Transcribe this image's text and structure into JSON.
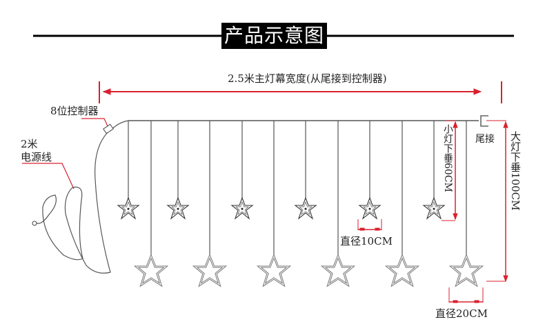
{
  "title": "产品示意图",
  "colors": {
    "title_bg": "#000000",
    "title_text": "#ffffff",
    "dimension_line": "#d9202e",
    "wire": "#555555",
    "text": "#222222",
    "background": "#ffffff"
  },
  "labels": {
    "width_dimension": "2.5米主灯幕宽度(从尾接到控制器)",
    "controller": "8位控制器",
    "power_cord_length": "2米",
    "power_cord": "电源线",
    "tail_connector": "尾接",
    "small_drop": "小灯下垂60CM",
    "large_drop": "大灯下垂100CM",
    "small_diameter": "直径10CM",
    "large_diameter": "直径20CM"
  },
  "stars": {
    "small": {
      "count": 6,
      "diameter": "10CM",
      "drop": "60CM",
      "x": [
        186,
        258,
        351,
        443,
        536,
        629
      ]
    },
    "large": {
      "count": 6,
      "diameter": "20CM",
      "drop": "100CM",
      "x": [
        219,
        304,
        397,
        490,
        583,
        676
      ]
    }
  }
}
